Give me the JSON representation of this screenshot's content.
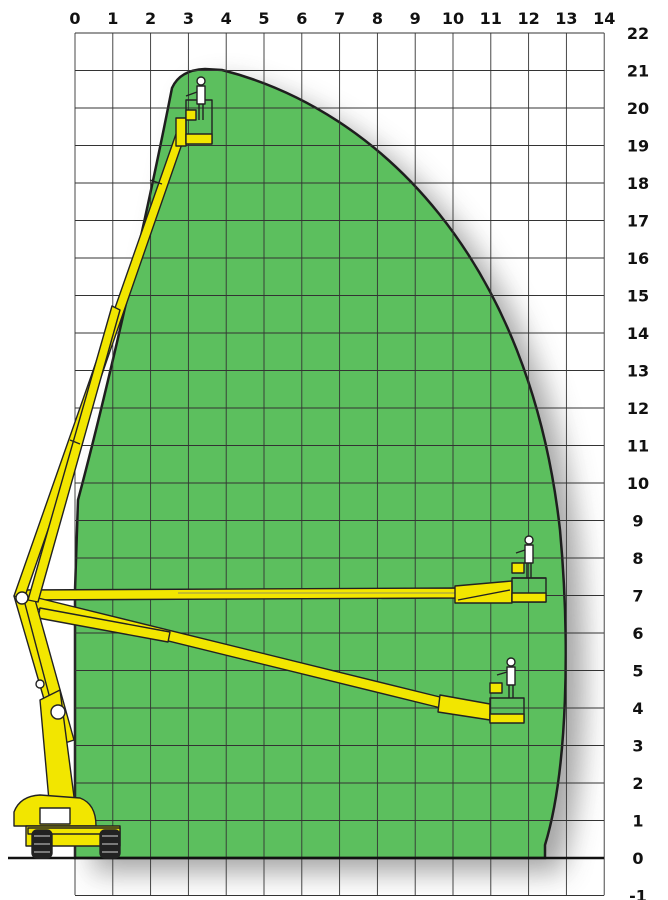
{
  "axes": {
    "x_ticks": [
      "0",
      "1",
      "2",
      "3",
      "4",
      "5",
      "6",
      "7",
      "8",
      "9",
      "10",
      "11",
      "12",
      "13",
      "14"
    ],
    "y_ticks": [
      "22",
      "21",
      "20",
      "19",
      "18",
      "17",
      "16",
      "15",
      "14",
      "13",
      "12",
      "11",
      "10",
      "9",
      "8",
      "7",
      "6",
      "5",
      "4",
      "3",
      "2",
      "1",
      "0",
      "-1"
    ]
  },
  "envelope": {
    "fill_color": "#5cbf5e",
    "outline_color": "#1e1e1e",
    "shadow_color": "#9a9a9a"
  },
  "grid": {
    "line_color": "#333333"
  },
  "machine": {
    "body_color": "#f2e600",
    "outline_color": "#222222",
    "positions": [
      "max-height",
      "max-outreach",
      "intermediate"
    ]
  }
}
